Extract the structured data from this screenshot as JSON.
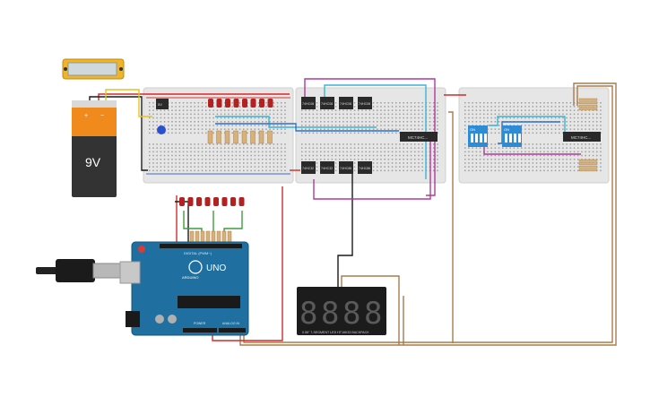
{
  "battery": {
    "voltage_label": "9V",
    "plus": "+",
    "minus": "−",
    "colors": {
      "top": "#d9d9d9",
      "body": "#333333",
      "band": "#f08a1c"
    }
  },
  "regulator": {
    "label": "5V"
  },
  "chips": {
    "and_gates": [
      "74HC08",
      "74HC08",
      "74HC08",
      "74HC08"
    ],
    "lower_gates": [
      "74HC32",
      "74HC32",
      "74HC86",
      "74HC86"
    ],
    "mux_mid": "MC74HC...",
    "mux_right": "MC74HC..."
  },
  "dip_switches": [
    {
      "label": "ON"
    },
    {
      "label": "ON"
    }
  ],
  "arduino": {
    "model": "UNO",
    "brand": "ARDUINO",
    "header_top": "DIGITAL (PWM~)",
    "header_power": "POWER",
    "header_analog": "ANALOG IN",
    "colors": {
      "board": "#1f6fa0",
      "edge": "#15557c"
    }
  },
  "display": {
    "digits": "8888",
    "caption": "0.56\" 7-SEGMENT LED HT16K33 BACKPACK",
    "colors": {
      "bg": "#1c1c1c",
      "segment": "#5a5a5a"
    }
  },
  "wire_colors": {
    "red": "#d42a2a",
    "black": "#1a1a1a",
    "brown": "#a77b4c",
    "magenta": "#b03a9c",
    "cyan": "#3cb4d6",
    "blue": "#2f6fcf",
    "green": "#3e9c3e",
    "yellow": "#e8c21c",
    "orange": "#e08a2a"
  }
}
